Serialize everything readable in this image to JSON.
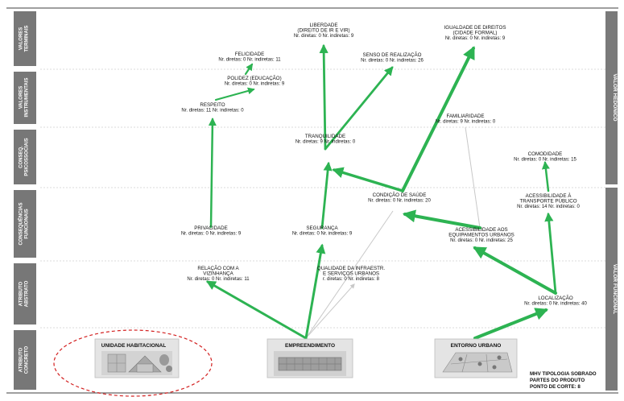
{
  "levels": [
    {
      "id": "vt",
      "label": [
        "VALORES",
        "TERMINAIS"
      ]
    },
    {
      "id": "vi",
      "label": [
        "VALORES",
        "INSTRUMENTAIS"
      ]
    },
    {
      "id": "cp",
      "label": [
        "CONSEQ.",
        "PSICOSSOCIAIS"
      ]
    },
    {
      "id": "cf",
      "label": [
        "CONSEQUÊNCIAS",
        "FUNCIONAIS"
      ]
    },
    {
      "id": "aa",
      "label": [
        "ATRIBUTO",
        "ABSTRATO"
      ]
    },
    {
      "id": "ac",
      "label": [
        "ATRIBUTO",
        "CONCRETO"
      ]
    }
  ],
  "side_labels": {
    "hedonico": "VALOR HEDÔNICO",
    "funcional": "VALOR FUNCIONAL"
  },
  "nodes": [
    {
      "id": "liberdade",
      "lines": [
        "LIBERDADE",
        "(DIREITO DE IR E VIR)"
      ],
      "stat": "Nr. diretas: 0 Nr. indiretas: 9"
    },
    {
      "id": "igualdade",
      "lines": [
        "IGUALDADE DE DIREITOS",
        "(CIDADE FORMAL)"
      ],
      "stat": "Nr. diretas: 0 Nr. indiretas: 9"
    },
    {
      "id": "felicidade",
      "lines": [
        "FELICIDADE"
      ],
      "stat": "Nr. diretas: 0 Nr. indiretas: 11"
    },
    {
      "id": "senso",
      "lines": [
        "SENSO DE REALIZAÇÃO"
      ],
      "stat": "Nr. diretas: 0 Nr. indiretas: 26"
    },
    {
      "id": "polidez",
      "lines": [
        "POLIDEZ (EDUCAÇÃO)"
      ],
      "stat": "Nr. diretas: 0 Nr. indiretas: 9"
    },
    {
      "id": "respeito",
      "lines": [
        "RESPEITO"
      ],
      "stat": "Nr. diretas: 11 Nr. indiretas: 0"
    },
    {
      "id": "familiaridade",
      "lines": [
        "FAMILIARIDADE"
      ],
      "stat": "Nr. diretas: 9 Nr. indiretas: 0"
    },
    {
      "id": "tranquilidade",
      "lines": [
        "TRANQUILIDADE"
      ],
      "stat": "Nr. diretas: 9  Nr. indiretas: 0"
    },
    {
      "id": "comodidade",
      "lines": [
        "COMODIDADE"
      ],
      "stat": "Nr. diretas: 0  Nr. indiretas: 15"
    },
    {
      "id": "saude",
      "lines": [
        "CONDIÇÃO DE SAÚDE"
      ],
      "stat": "Nr. diretas: 0 Nr. indiretas: 20"
    },
    {
      "id": "acessib_transp",
      "lines": [
        "ACESSIBILIDADE À",
        "TRANSPORTE PÚBLICO"
      ],
      "stat": "Nr. diretas: 14 Nr. indiretas: 0"
    },
    {
      "id": "privacidade",
      "lines": [
        "PRIVACIDADE"
      ],
      "stat": "Nr. diretas: 0  Nr. indiretas: 9"
    },
    {
      "id": "seguranca",
      "lines": [
        "SEGURANÇA"
      ],
      "stat": "Nr. diretas: 0  Nr. indiretas: 9"
    },
    {
      "id": "acessib_equip",
      "lines": [
        "ACESSIBILIDADE AOS",
        "EQUIPAMENTOS URBANOS"
      ],
      "stat": "Nr. diretas: 0  Nr. indiretas: 25"
    },
    {
      "id": "vizinhanca",
      "lines": [
        "RELAÇÃO COM A",
        "VIZINHANÇA"
      ],
      "stat": "Nr. diretas: 0  Nr. indiretas: 11"
    },
    {
      "id": "infraestr",
      "lines": [
        "QUALIDADE DA INFRAESTR.",
        "E SERVIÇOS URBANOS"
      ],
      "stat": "r. diretas: 0  Nr. indiretas: 8"
    },
    {
      "id": "localizacao",
      "lines": [
        "LOCALIZAÇÃO"
      ],
      "stat": "Nr. diretas: 0  Nr. indiretas: 40"
    }
  ],
  "categories": [
    {
      "id": "unidade",
      "title": "UNIDADE  HABITACIONAL",
      "icon": "house-layout-icon"
    },
    {
      "id": "empreendimento",
      "title": "EMPREENDIMENTO",
      "icon": "building-icon"
    },
    {
      "id": "entorno",
      "title": "ENTORNO URBANO",
      "icon": "city-map-icon"
    }
  ],
  "note_lines": [
    "MHV TIPOLOGIA SOBRADO",
    "PARTES DO PRODUTO",
    "PONTO DE CORTE:  8"
  ],
  "colors": {
    "green_link": "#2db352",
    "gray_link": "#c8c8c8",
    "level_bar": "#777777",
    "side_bar": "#7a7a7a",
    "highlight_ellipse": "#d32020"
  }
}
